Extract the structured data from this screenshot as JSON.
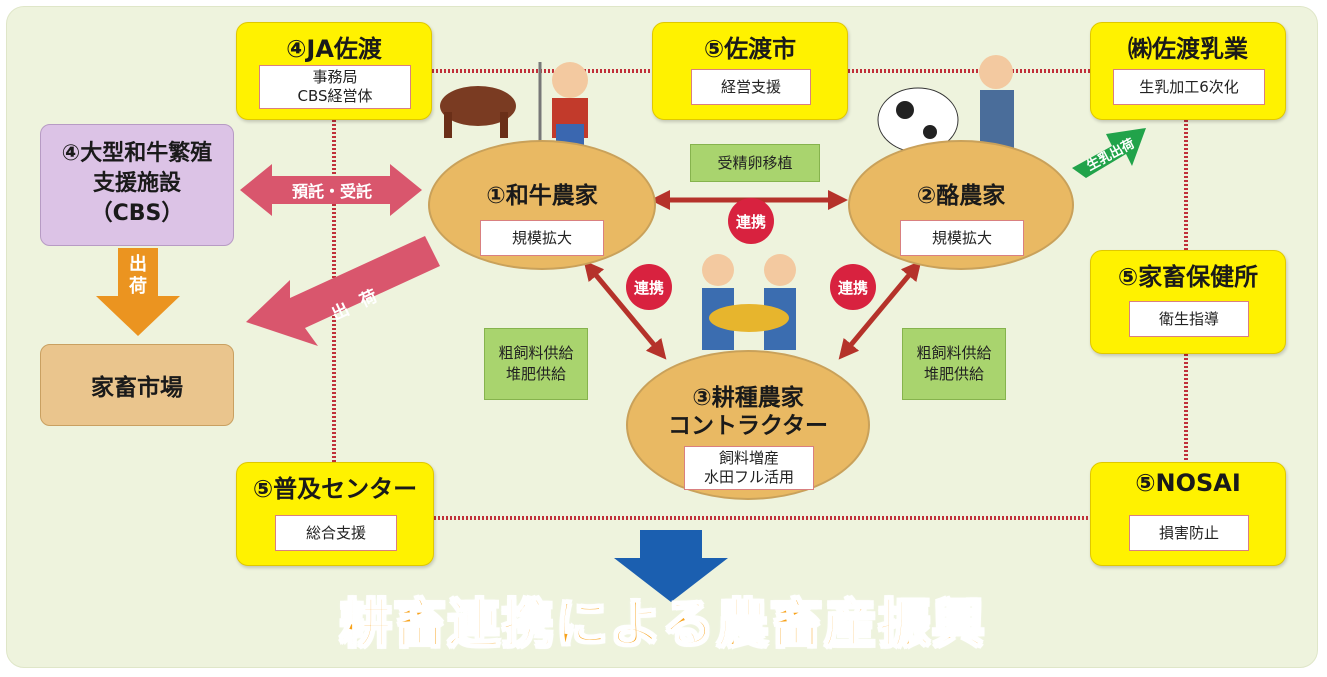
{
  "orgs": {
    "ja": {
      "title": "④JA佐渡",
      "sub": "事務局\nCBS経営体"
    },
    "city": {
      "title": "⑤佐渡市",
      "sub": "経営支援"
    },
    "dairy_co": {
      "title": "㈱佐渡乳業",
      "sub": "生乳加工6次化"
    },
    "health": {
      "title": "⑤家畜保健所",
      "sub": "衛生指導"
    },
    "extension": {
      "title": "⑤普及センター",
      "sub": "総合支援"
    },
    "nosai": {
      "title": "⑤NOSAI",
      "sub": "損害防止"
    }
  },
  "cbs": {
    "title": "④大型和牛繁殖\n支援施設\n（CBS）"
  },
  "market": {
    "title": "家畜市場"
  },
  "farms": {
    "wagyu": {
      "title": "①和牛農家",
      "sub": "規模拡大"
    },
    "dairy": {
      "title": "②酪農家",
      "sub": "規模拡大"
    },
    "crop": {
      "title": "③耕種農家\nコントラクター",
      "sub": "飼料増産\n水田フル活用"
    }
  },
  "flows": {
    "embryo": "受精卵移植",
    "feed_left": "粗飼料供給\n堆肥供給",
    "feed_right": "粗飼料供給\n堆肥供給",
    "link": "連携",
    "consign": "預託・受託",
    "ship": "出荷",
    "ship_market": "出\n荷",
    "milk": "生乳出荷"
  },
  "banner": "耕畜連携による農畜産振興",
  "colors": {
    "yellow": "#fff200",
    "oval": "#e9b963",
    "green": "#a9d46e",
    "red_arrow": "#b5322a",
    "dotted_line": "#c0303a",
    "blue_arrow": "#1b5fb0",
    "banner": "#f7a21b"
  }
}
